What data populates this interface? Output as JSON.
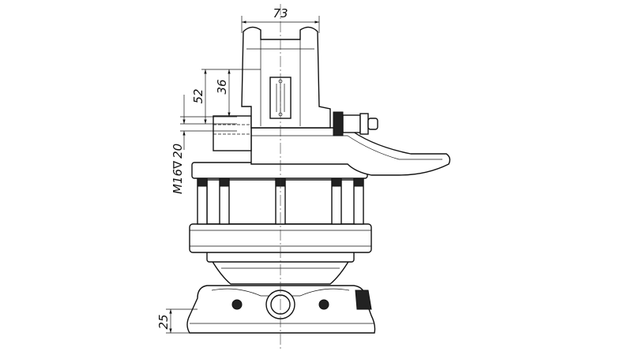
{
  "drawing": {
    "dimensions": {
      "width_top": "73",
      "height_52": "52",
      "height_36": "36",
      "thread": "M16",
      "thread_depth_symbol": "∇",
      "thread_depth": "20",
      "base_height": "25"
    },
    "line_color": "#111111",
    "background": "#ffffff"
  }
}
